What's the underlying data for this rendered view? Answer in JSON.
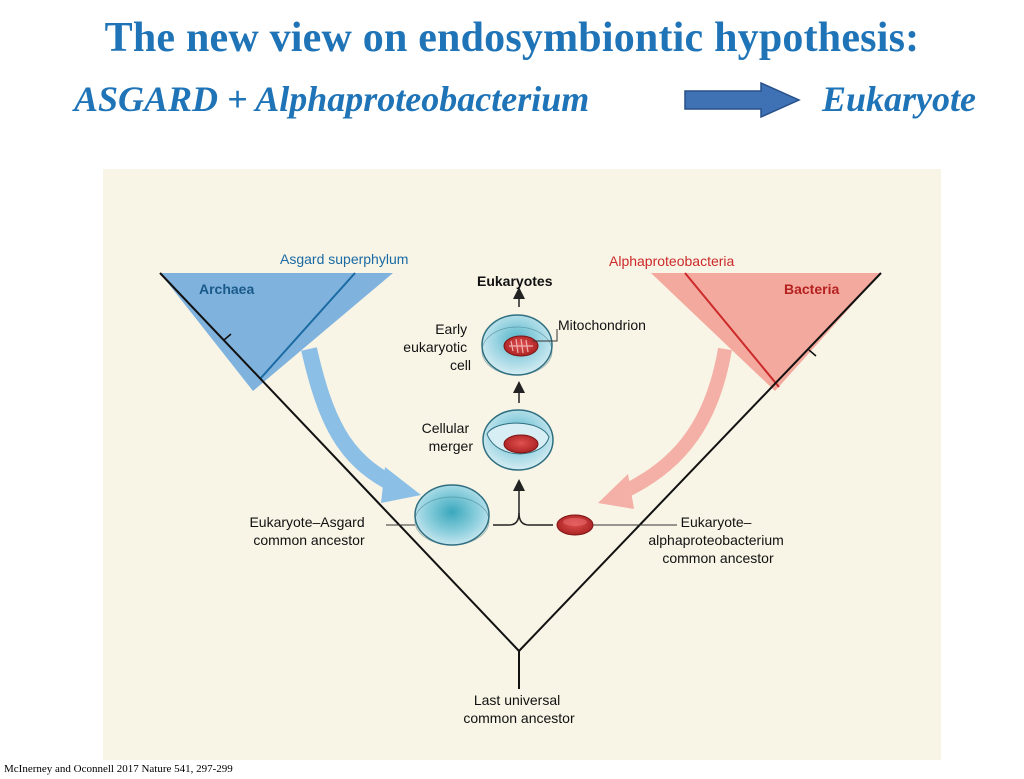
{
  "slide": {
    "title": "The new view on endosymbiontic hypothesis:",
    "subtitle_left": "ASGARD + Alphaproteobacterium",
    "subtitle_right": "Eukaryote",
    "citation": "McInerney and Oconnell 2017 Nature 541, 297-299"
  },
  "diagram": {
    "asgard_superphylum": "Asgard superphylum",
    "archaea": "Archaea",
    "alphaproteobacteria": "Alphaproteobacteria",
    "bacteria": "Bacteria",
    "eukaryotes": "Eukaryotes",
    "mitochondrion": "Mitochondrion",
    "early_cell": [
      "Early",
      "eukaryotic",
      "cell"
    ],
    "cellular_merger": [
      "Cellular",
      "merger"
    ],
    "asgard_ancestor": [
      "Eukaryote–Asgard",
      "common ancestor"
    ],
    "alpha_ancestor": [
      "Eukaryote–",
      "alphaproteobacterium",
      "common ancestor"
    ],
    "luca": [
      "Last universal",
      "common ancestor"
    ]
  },
  "colors": {
    "title": "#1f73b7",
    "archaea_fill": "#7fb2dc",
    "archaea_line": "#1a6aa3",
    "bacteria_fill": "#f3a99d",
    "bacteria_line": "#cc2a2a",
    "background": "#f8f4e6"
  }
}
